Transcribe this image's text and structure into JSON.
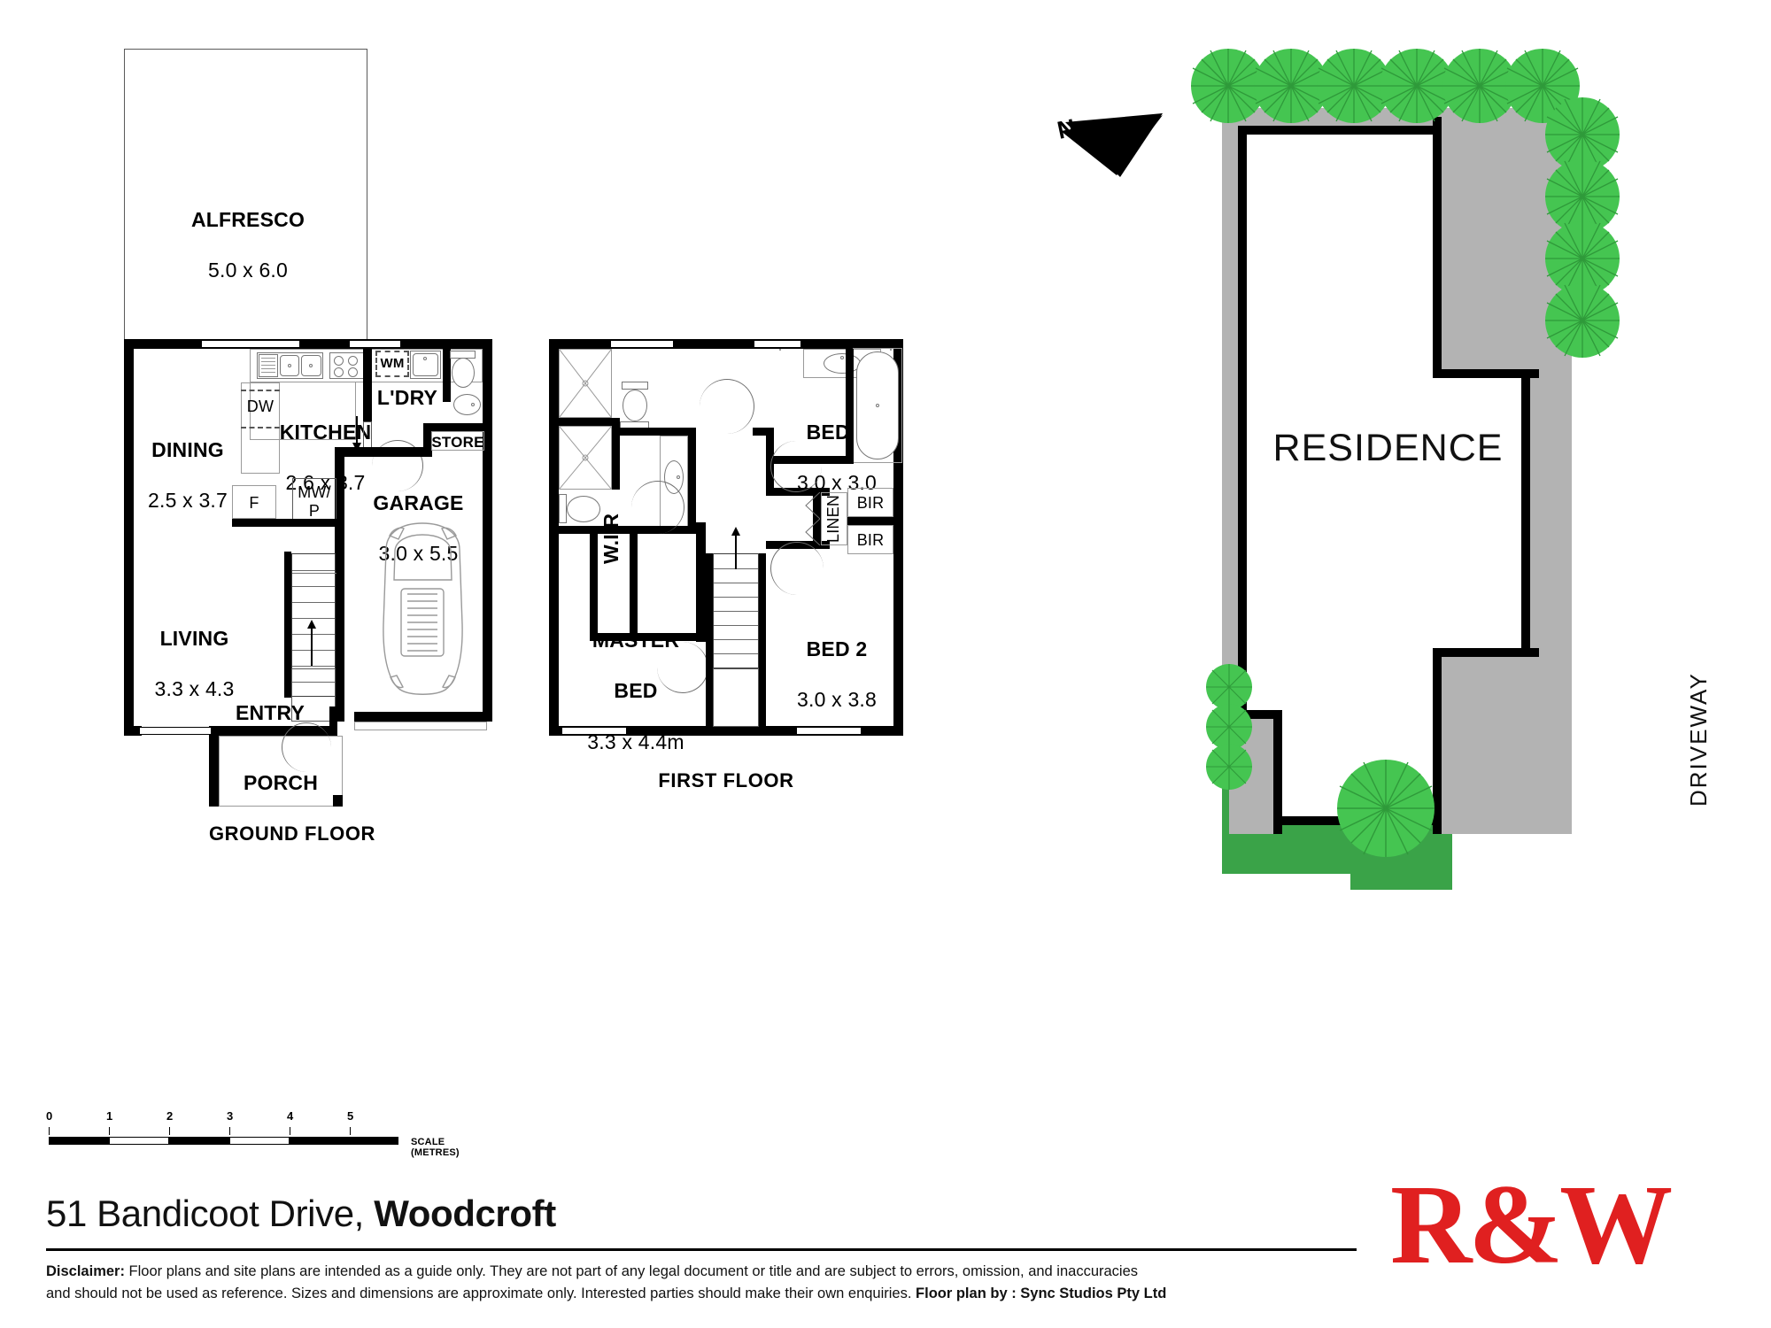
{
  "title": {
    "address_plain": "51 Bandicoot Drive, ",
    "address_bold": "Woodcroft"
  },
  "disclaimer": {
    "label": "Disclaimer:",
    "line1": " Floor plans and site plans are intended as a guide only. They are not part of any legal document or title and are subject to errors, omission, and inaccuracies",
    "line2": "and should not be used as reference. Sizes and dimensions are approximate only. Interested parties should make their own enquiries. ",
    "credit_label": "Floor plan by : ",
    "credit_value": "Sync Studios Pty Ltd"
  },
  "branding": {
    "logo_text": "R&W"
  },
  "scale": {
    "caption": "SCALE (METRES)",
    "ticks": [
      "0",
      "1",
      "2",
      "3",
      "4",
      "5"
    ]
  },
  "compass": {
    "letter": "N"
  },
  "floors": [
    {
      "id": "ground",
      "caption": "GROUND FLOOR"
    },
    {
      "id": "first",
      "caption": "FIRST FLOOR"
    }
  ],
  "ground_floor": {
    "rooms": [
      {
        "name": "ALFRESCO",
        "dims": "5.0 x 6.0"
      },
      {
        "name": "DINING",
        "dims": "2.5 x 3.7"
      },
      {
        "name": "KITCHEN",
        "dims": "2.6 x 3.7"
      },
      {
        "name": "LIVING",
        "dims": "3.3 x 4.3"
      },
      {
        "name": "GARAGE",
        "dims": "3.0 x 5.5"
      },
      {
        "name": "L'DRY",
        "dims": ""
      },
      {
        "name": "STORE",
        "dims": ""
      },
      {
        "name": "ENTRY",
        "dims": ""
      },
      {
        "name": "PORCH",
        "dims": ""
      }
    ],
    "appliances": [
      {
        "name": "DW",
        "label": "DW"
      },
      {
        "name": "WM",
        "label": "WM"
      },
      {
        "name": "F",
        "label": "F"
      },
      {
        "name": "MW/P",
        "label": "MW/\nP"
      }
    ]
  },
  "first_floor": {
    "rooms": [
      {
        "name": "BED 3",
        "dims": "3.0 x 3.0"
      },
      {
        "name": "BED 2",
        "dims": "3.0 x 3.8"
      },
      {
        "name": "MASTER BED",
        "dims": "3.3 x 4.4m",
        "line1": "MASTER",
        "line2": "BED"
      },
      {
        "name": "W.I.R",
        "dims": ""
      }
    ],
    "storage": [
      {
        "name": "LINEN",
        "label": "LINEN"
      },
      {
        "name": "BIR-upper",
        "label": "BIR"
      },
      {
        "name": "BIR-lower",
        "label": "BIR"
      }
    ]
  },
  "site_plan": {
    "residence_label": "RESIDENCE",
    "driveway_label": "DRIVEWAY"
  },
  "colors": {
    "wall": "#000000",
    "driveway": "#b3b3b3",
    "grass": "#3aa348",
    "tree": "#45c551",
    "brand_red": "#e02020"
  }
}
